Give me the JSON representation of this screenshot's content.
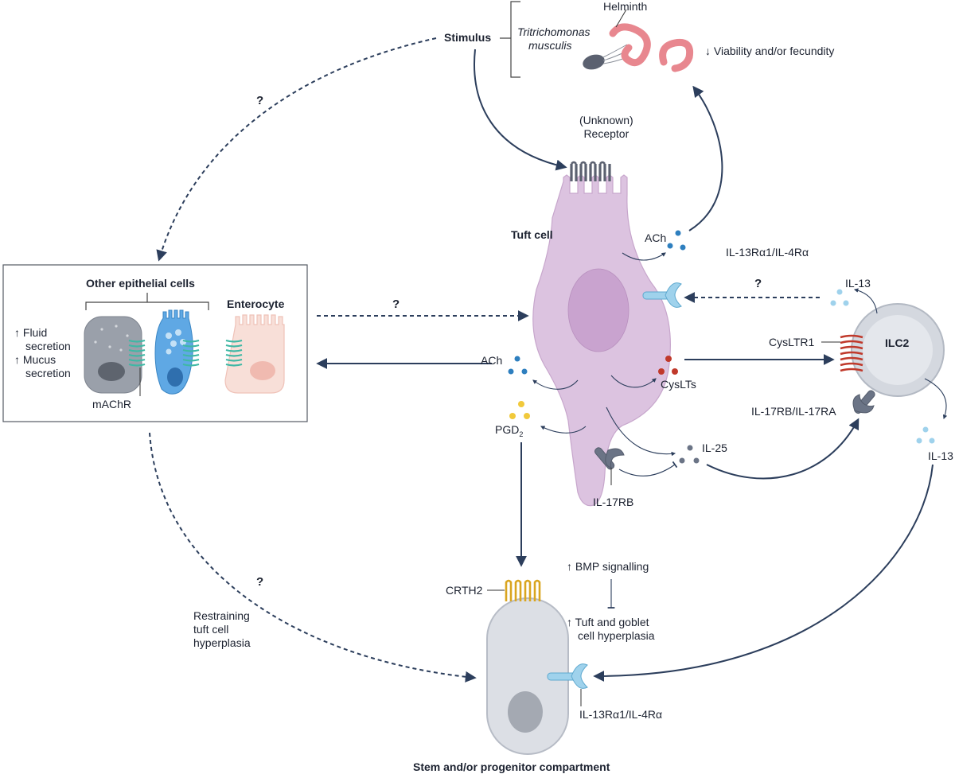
{
  "stimulus": {
    "label": "Stimulus",
    "pathogen1_line1": "Tritrichomonas",
    "pathogen1_line2": "musculis",
    "pathogen2": "Helminth",
    "effect": "↓ Viability and/or fecundity"
  },
  "tuft_cell": {
    "label": "Tuft cell",
    "receptor_line1": "(Unknown)",
    "receptor_line2": "Receptor",
    "ach_top": "ACh",
    "il13_receptor": "IL-13Rα1/IL-4Rα",
    "ach_left": "ACh",
    "cyslts": "CysLTs",
    "pgd2_base": "PGD",
    "pgd2_sub": "2",
    "il25": "IL-25",
    "il17rb": "IL-17RB"
  },
  "ilc2": {
    "label": "ILC2",
    "il13_top": "IL-13",
    "cysltr1": "CysLTR1",
    "il17rb_ra": "IL-17RB/IL-17RA",
    "il13_right": "IL-13"
  },
  "epithelial": {
    "title": "Other epithelial cells",
    "enterocyte": "Enterocyte",
    "effect_line1": "↑ Fluid",
    "effect_line2": "secretion",
    "effect_line3": "↑ Mucus",
    "effect_line4": "secretion",
    "machr": "mAChR"
  },
  "stem": {
    "label": "Stem and/or progenitor compartment",
    "crth2": "CRTH2",
    "bmp": "↑ BMP signalling",
    "hyperplasia_line1": "↑ Tuft and goblet",
    "hyperplasia_line2": "cell hyperplasia",
    "il13_receptor": "IL-13Rα1/IL-4Rα"
  },
  "restraining": {
    "line1": "Restraining",
    "line2": "tuft cell",
    "line3": "hyperplasia"
  },
  "questions": {
    "q1": "?",
    "q2": "?",
    "q3": "?",
    "q4": "?"
  },
  "colors": {
    "arrow": "#2c3e5c",
    "tuft_fill": "#dcc3e0",
    "tuft_nucleus": "#c9a3cf",
    "ilc2_fill": "#d4d8df",
    "stem_fill": "#dcdfe5",
    "receptor_green": "#3fb8a5",
    "cyslt_red": "#c0392b",
    "crth2_gold": "#d9a520",
    "ach_blue": "#2e7fbf",
    "il13_lightblue": "#9fd2ec",
    "pgd2_yellow": "#f1c93b",
    "il25_gray": "#6b7486",
    "helminth_pink": "#e8878f"
  }
}
